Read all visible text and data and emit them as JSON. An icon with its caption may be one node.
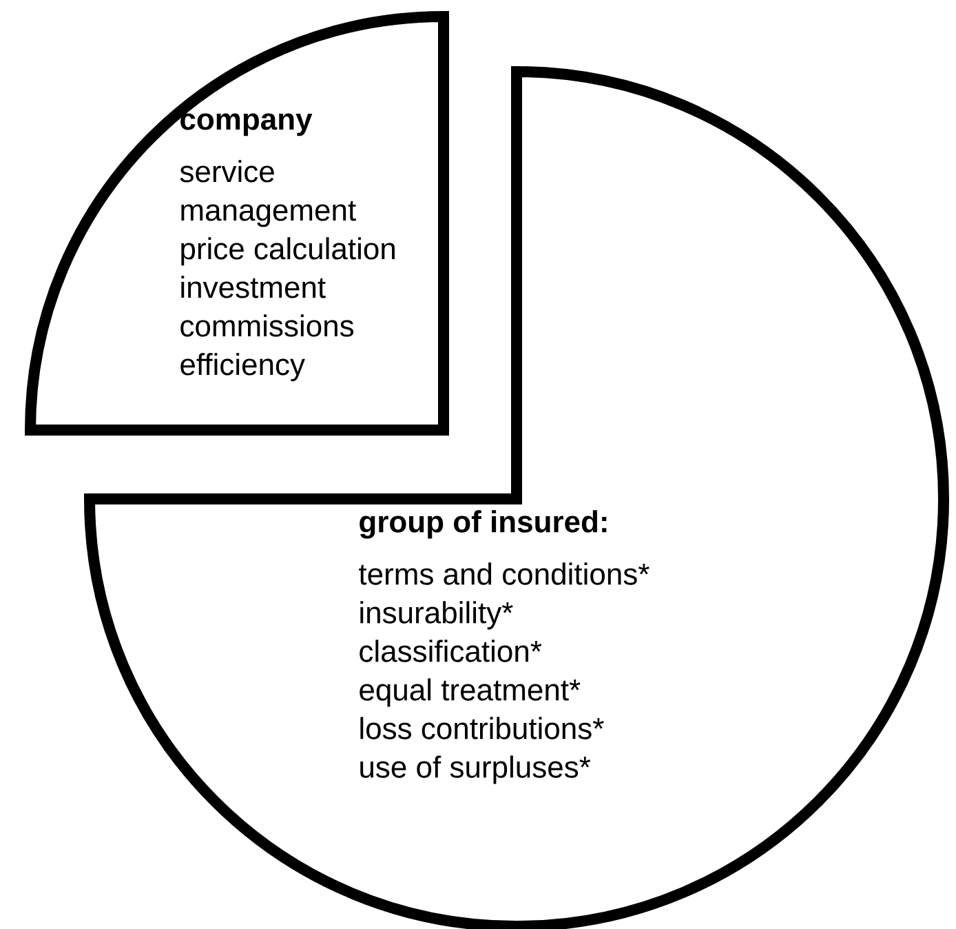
{
  "diagram": {
    "nodes": [
      {
        "text": [
          "company",
          "service",
          "management",
          "price calculation",
          "investment",
          "commissions",
          "efficiency"
        ]
      },
      {
        "text": [
          "group of insured:",
          "terms and conditions*",
          "insurability*",
          "classification*",
          "equal treatment*",
          "loss contributions*",
          "use of surpluses*"
        ]
      }
    ]
  }
}
